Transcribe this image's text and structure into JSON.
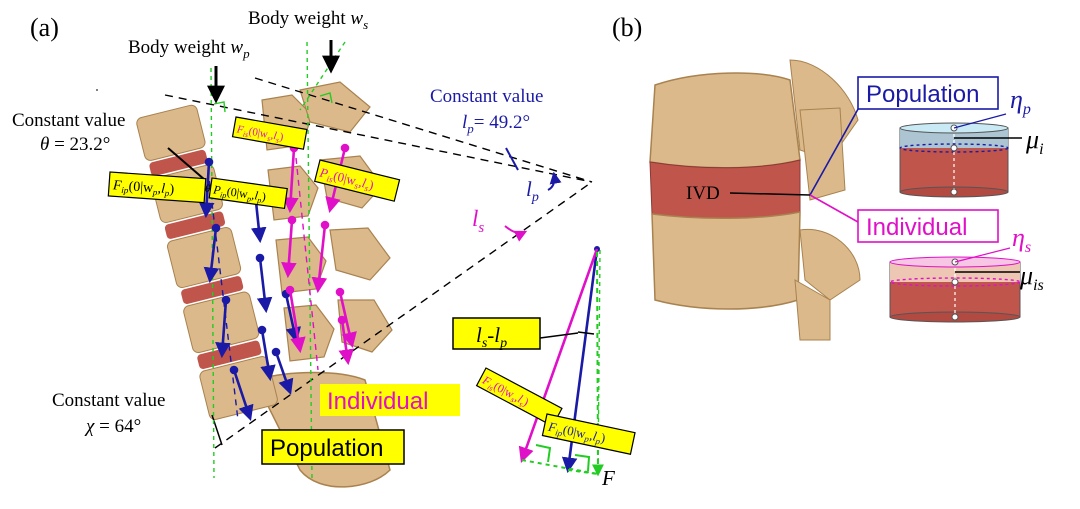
{
  "panel_a": {
    "label": "(a)",
    "body_weight_wp": {
      "text": "Body weight ",
      "sym": "w",
      "sub": "p"
    },
    "body_weight_ws": {
      "text": "Body weight ",
      "sym": "w",
      "sub": "s"
    },
    "theta": {
      "line1": "Constant value",
      "sym": "θ",
      "value": " = 23.2°"
    },
    "chi": {
      "line1": "Constant value",
      "sym": "χ",
      "value": " = 64°"
    },
    "lp_const": {
      "line1": "Constant value",
      "sym": "l",
      "sub": "p",
      "value": "= 49.2°"
    },
    "angle_lp": {
      "sym": "l",
      "sub": "p"
    },
    "angle_ls": {
      "sym": "l",
      "sub": "s"
    },
    "diff_box": {
      "a": "l",
      "a_sub": "s",
      "dash": "-",
      "b": "l",
      "b_sub": "p"
    },
    "force_F": "F",
    "theta_small": "θ",
    "individual_label": "Individual",
    "population_label": "Population",
    "boxes": {
      "fip_left": {
        "F": "F",
        "sub": "ip",
        "args": "(0|w",
        "w_sub": "p",
        "mid": ",l",
        "l_sub": "p",
        "close": ")"
      },
      "pip": {
        "F": "P",
        "sub": "ip",
        "args": "(0|w",
        "w_sub": "p",
        "mid": ",l",
        "l_sub": "p",
        "close": ")"
      },
      "fis_top": {
        "F": "F",
        "sub": "is",
        "args": "(0|w",
        "w_sub": "s",
        "mid": ",l",
        "l_sub": "s",
        "close": ")"
      },
      "pis": {
        "F": "P",
        "sub": "is",
        "args": "(0|w",
        "w_sub": "s",
        "mid": ",l",
        "l_sub": "s",
        "close": ")"
      },
      "fis_right": {
        "F": "F",
        "sub": "is",
        "args": "(0|w",
        "w_sub": "s",
        "mid": ",l",
        "l_sub": "s",
        "close": ")"
      },
      "fip_right": {
        "F": "F",
        "sub": "ip",
        "args": "(0|w",
        "w_sub": "p",
        "mid": ",l",
        "l_sub": "p",
        "close": ")"
      }
    }
  },
  "panel_b": {
    "label": "(b)",
    "population": "Population",
    "individual": "Individual",
    "ivd": "IVD",
    "eta_p": {
      "sym": "η",
      "sub": "p"
    },
    "eta_s": {
      "sym": "η",
      "sub": "s"
    },
    "mu_i": {
      "sym": "μ",
      "sub": "i"
    },
    "mu_is": {
      "sym": "μ",
      "sub": "is"
    }
  },
  "colors": {
    "population": "#1a1aa6",
    "individual": "#e010c8",
    "box_fill": "#ffff00",
    "bone": "#dcb98a",
    "bone_dark": "#a8824f",
    "disc": "#c0554c",
    "guide_green": "#22cc22"
  }
}
